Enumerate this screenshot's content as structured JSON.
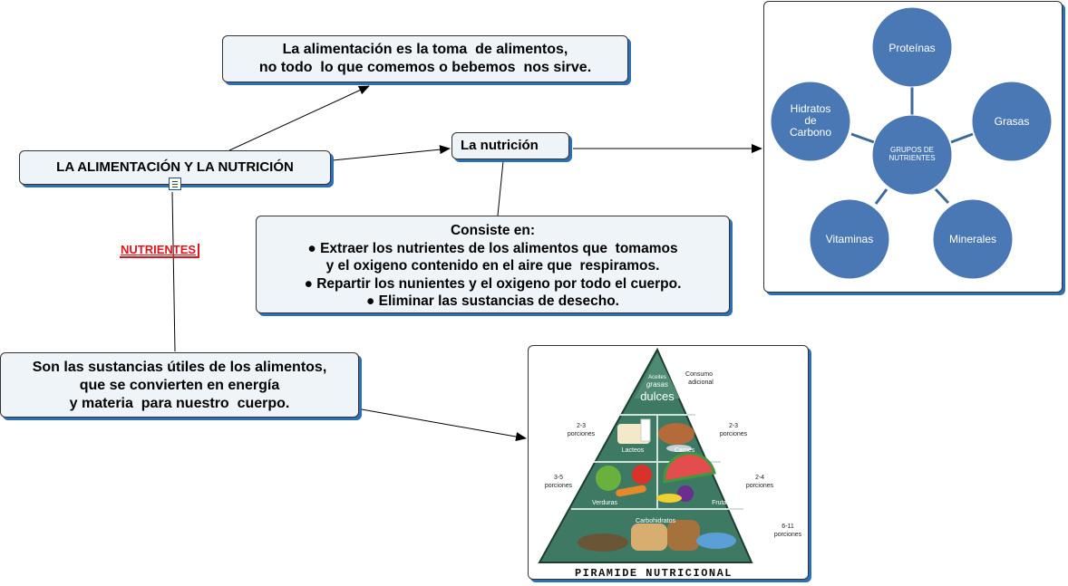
{
  "nodes": {
    "main": "LA ALIMENTACIÓN Y LA NUTRICIÓN",
    "alimentacion_def": [
      "La alimentación es la toma  de alimentos,",
      "no todo  lo que comemos o bebemos  nos sirve."
    ],
    "nutricion": "La nutrición",
    "consiste": [
      "Consiste en:",
      "● Extraer los nutrientes de los alimentos que  tomamos",
      "y el oxigeno contenido en el aire que  respiramos.",
      "● Repartir los nunientes y el oxigeno por todo el cuerpo.",
      "● Eliminar las sustancias de desecho."
    ],
    "nutrientes_def": [
      "Son las sustancias útiles de los alimentos,",
      "que se convierten en energía",
      "y materia  para nuestro  cuerpo."
    ]
  },
  "link_label": "NUTRIENTES",
  "groups_diagram": {
    "center": [
      "GRUPOS DE",
      "NUTRIENTES"
    ],
    "items": [
      "Proteínas",
      "Grasas",
      "Minerales",
      "Vitaminas",
      [
        "Hidratos",
        "de",
        "Carbono"
      ]
    ],
    "circle_color": "#4a78b4",
    "spoke_color": "#3d6a9a"
  },
  "pyramid": {
    "top": [
      "Aceites",
      "grasas",
      "dulces"
    ],
    "tier2": [
      "Lacteos",
      "Carnes"
    ],
    "tier3": [
      "Verduras",
      "Frutas"
    ],
    "base": "Carbohidratos",
    "left_labels": [
      [
        "2-3",
        "porciones"
      ],
      [
        "3-5",
        "porciones"
      ]
    ],
    "right_labels": [
      [
        "Consumo",
        "adicional"
      ],
      [
        "2-3",
        "porciones"
      ],
      [
        "2-4",
        "porciones"
      ],
      [
        "6-11",
        "porciones"
      ]
    ],
    "caption": "PIRAMIDE NUTRICIONAL"
  },
  "colors": {
    "node_bg": "#eef4f7",
    "shadow": "#2b6fb6",
    "label_red": "#e0161b",
    "pyramid_green": "#3e7a63"
  }
}
